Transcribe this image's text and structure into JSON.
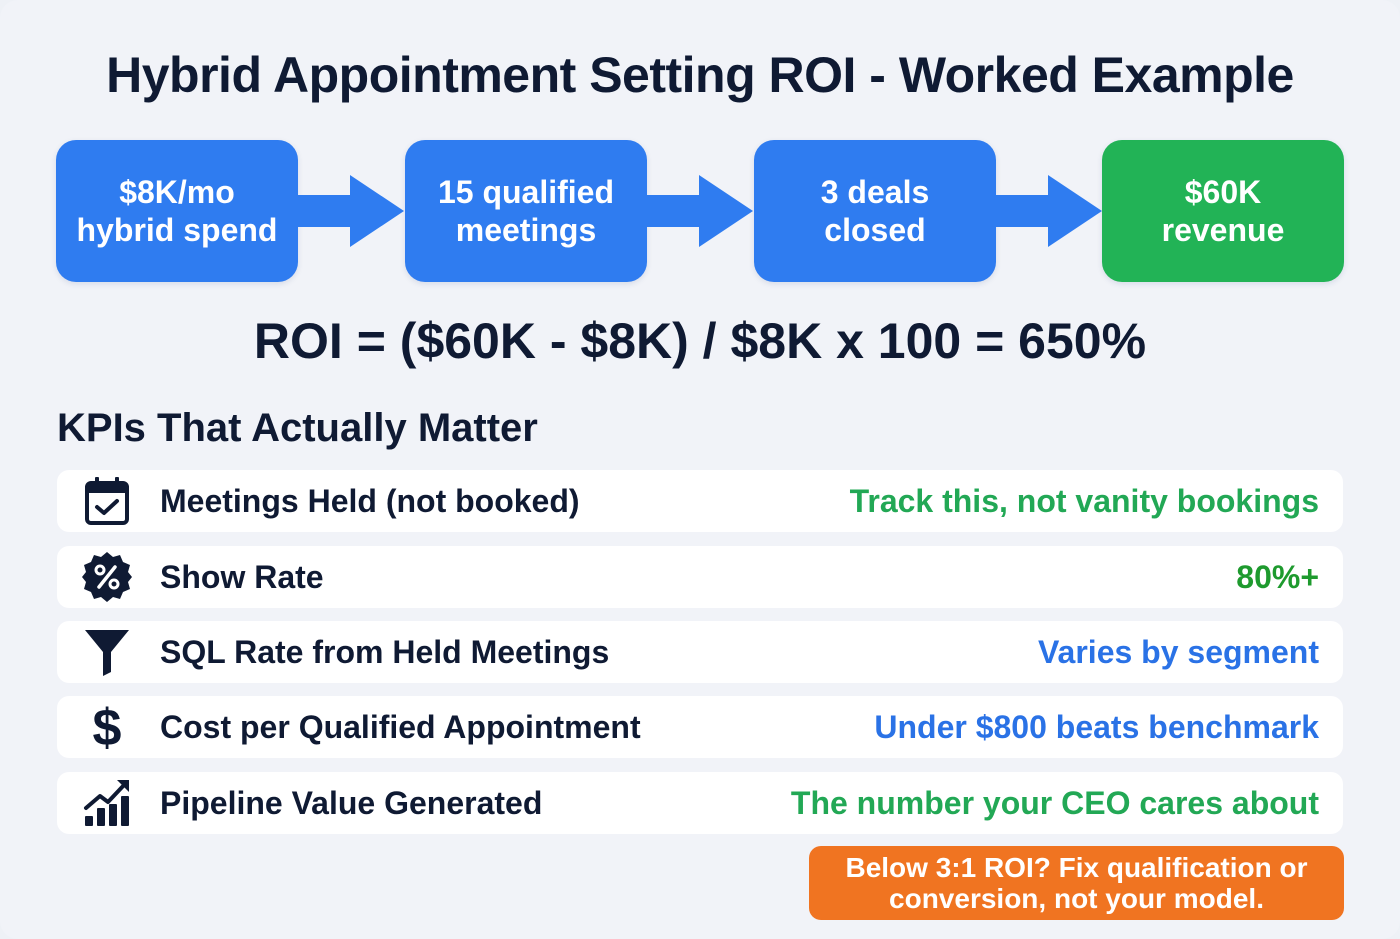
{
  "title": "Hybrid Appointment Setting ROI - Worked Example",
  "colors": {
    "blue": "#2f7cf0",
    "green": "#22b356",
    "dark_green": "#1e9a2e",
    "text_blue": "#2a72e6",
    "orange": "#f07421",
    "navy": "#0f1a33"
  },
  "flow": [
    {
      "line1": "$8K/mo",
      "line2": "hybrid spend",
      "color": "blue"
    },
    {
      "line1": "15 qualified",
      "line2": "meetings",
      "color": "blue"
    },
    {
      "line1": "3 deals",
      "line2": "closed",
      "color": "blue"
    },
    {
      "line1": "$60K",
      "line2": "revenue",
      "color": "green"
    }
  ],
  "roi_formula": "ROI = ($60K - $8K) / $8K x 100 = 650%",
  "kpi_section": {
    "heading": "KPIs That Actually Matter",
    "rows": [
      {
        "icon": "calendar-check-icon",
        "label": "Meetings Held (not booked)",
        "value": "Track this, not vanity bookings",
        "value_color": "green"
      },
      {
        "icon": "percent-badge-icon",
        "label": "Show Rate",
        "value": "80%+",
        "value_color": "dark_green"
      },
      {
        "icon": "funnel-icon",
        "label": "SQL Rate from Held Meetings",
        "value": "Varies by segment",
        "value_color": "blue"
      },
      {
        "icon": "dollar-icon",
        "label": "Cost per Qualified Appointment",
        "value": "Under $800 beats benchmark",
        "value_color": "blue"
      },
      {
        "icon": "growth-chart-icon",
        "label": "Pipeline Value Generated",
        "value": "The number your CEO cares about",
        "value_color": "green"
      }
    ]
  },
  "callout": {
    "line1": "Below 3:1 ROI? Fix qualification or",
    "line2": "conversion, not your model."
  }
}
